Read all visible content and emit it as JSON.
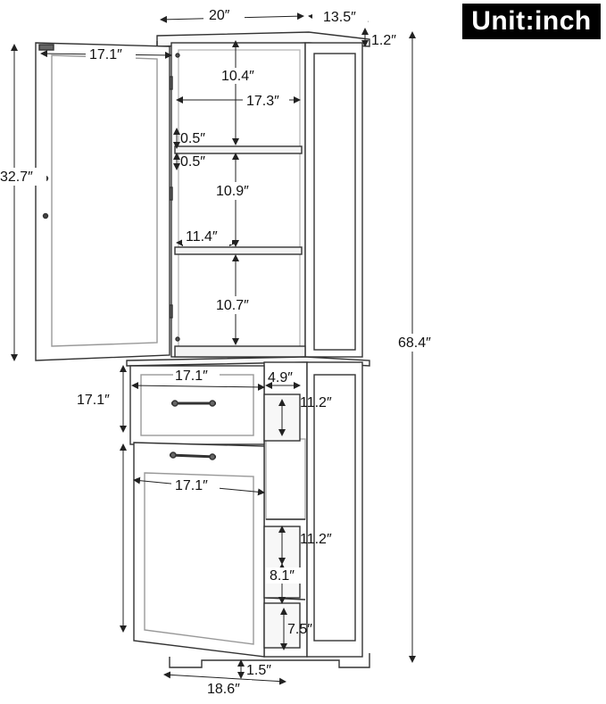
{
  "unit_label": "Unit:inch",
  "dimensions": {
    "width_top": "20″",
    "depth_top": "13.5″",
    "top_thickness": "1.2″",
    "door_width": "17.1″",
    "shelf1_height": "10.4″",
    "shelf_width": "17.3″",
    "shelf_thickness_a": "0.5″",
    "shelf_thickness_b": "0.5″",
    "shelf2_height": "10.9″",
    "shelf_depth": "11.4″",
    "shelf3_height": "10.7″",
    "door_height": "32.7″",
    "total_height": "68.4″",
    "drawer_width": "17.1″",
    "drawer_depth": "4.9″",
    "drawer_inner": "11.2″",
    "drawer_height": "17.1″",
    "lower_door_width": "17.1″",
    "lower_inner_depth": "11.2″",
    "lower_inner_height": "8.1″",
    "lower_bottom_height": "7.5″",
    "base_height": "1.5″",
    "base_width": "18.6″"
  },
  "colors": {
    "line": "#222222",
    "background": "#ffffff",
    "label_bg": "#000000",
    "label_text": "#ffffff"
  }
}
